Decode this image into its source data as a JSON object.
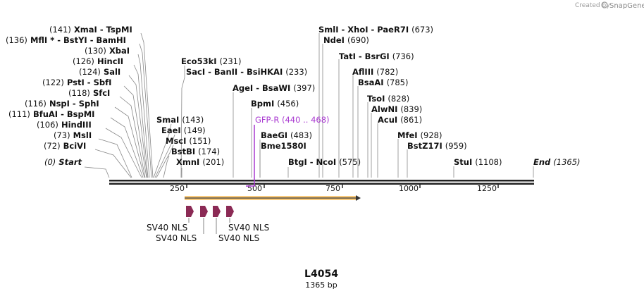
{
  "header": {
    "created_by": "Created by",
    "brand": "SnapGene"
  },
  "map": {
    "name": "L4054",
    "length_label": "1365 bp",
    "length": 1365,
    "backbone_color": "#222222",
    "primer_color": "#a93ad1",
    "orf_color": "#f5a623",
    "nls_color": "#8b2a55"
  },
  "ticks": [
    {
      "pos": 250,
      "label": "250"
    },
    {
      "pos": 500,
      "label": "500"
    },
    {
      "pos": 750,
      "label": "750"
    },
    {
      "pos": 1000,
      "label": "1000"
    },
    {
      "pos": 1250,
      "label": "1250"
    }
  ],
  "sites": [
    {
      "text": "(141)  XmaI  - TspMI"
    },
    {
      "text": "(136)  MflI * - BstYI  - BamHI"
    },
    {
      "text": "(130)  XbaI"
    },
    {
      "text": "(126)  HincII"
    },
    {
      "text": "(124)  SalI"
    },
    {
      "text": "(122)  PstI  - SbfI"
    },
    {
      "text": "(118)  SfcI"
    },
    {
      "text": "(116)  NspI  - SphI"
    },
    {
      "text": "(111)  BfuAI  - BspMI"
    },
    {
      "text": "(106)  HindIII"
    },
    {
      "text": "(73)  MslI"
    },
    {
      "text": "(72)  BciVI"
    },
    {
      "text": "(0)  Start"
    },
    {
      "text": "Eco53kI  (231)"
    },
    {
      "text": "SacI  - BanII  - BsiHKAI  (233)"
    },
    {
      "text": "SmaI  (143)"
    },
    {
      "text": "EaeI  (149)"
    },
    {
      "text": "MscI  (151)"
    },
    {
      "text": "BstBI  (174)"
    },
    {
      "text": "XmnI  (201)"
    },
    {
      "text": "AgeI  - BsaWI  (397)"
    },
    {
      "text": "BpmI  (456)"
    },
    {
      "text": "GFP-R  (440 .. 468)"
    },
    {
      "text": "BaeGI  (483)"
    },
    {
      "text": "Bme1580I"
    },
    {
      "text": "SmlI  - XhoI  - PaeR7I  (673)"
    },
    {
      "text": "NdeI  (690)"
    },
    {
      "text": "TatI  - BsrGI  (736)"
    },
    {
      "text": "AflIII  (782)"
    },
    {
      "text": "BsaAI  (785)"
    },
    {
      "text": "TsoI  (828)"
    },
    {
      "text": "AlwNI  (839)"
    },
    {
      "text": "AcuI  (861)"
    },
    {
      "text": "MfeI  (928)"
    },
    {
      "text": "BstZ17I  (959)"
    },
    {
      "text": "BtgI  - NcoI  (575)"
    },
    {
      "text": "StuI  (1108)"
    },
    {
      "text": "End  (1365)"
    }
  ],
  "features": [
    {
      "label": "SV40 NLS"
    },
    {
      "label": "SV40 NLS"
    },
    {
      "label": "SV40 NLS"
    },
    {
      "label": "SV40 NLS"
    }
  ]
}
